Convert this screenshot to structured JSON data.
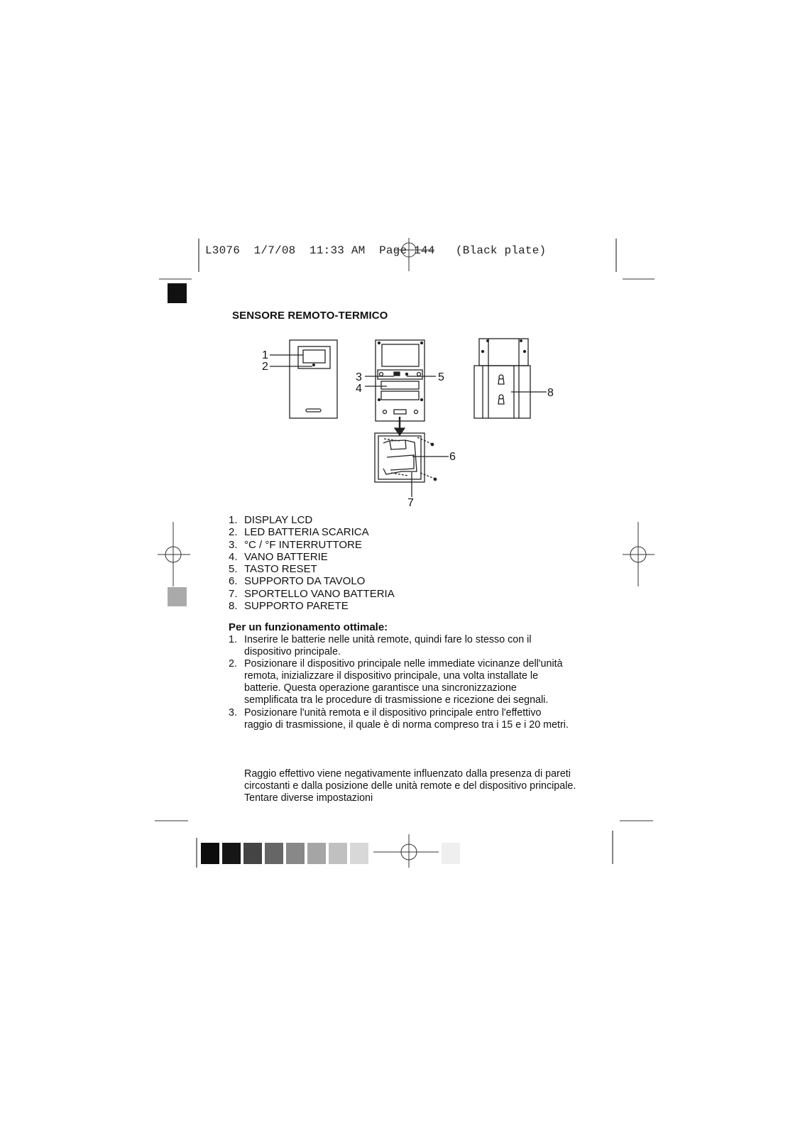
{
  "header": {
    "slug": "L3076",
    "date": "1/7/08",
    "time": "11:33 AM",
    "page_label": "Page",
    "page_number": "144",
    "plate": "(Black plate)"
  },
  "section_title": "SENSORE REMOTO-TERMICO",
  "figure": {
    "callouts": [
      "1",
      "2",
      "3",
      "4",
      "5",
      "6",
      "7",
      "8"
    ]
  },
  "parts": [
    {
      "num": "1.",
      "label": "DISPLAY LCD"
    },
    {
      "num": "2.",
      "label": "LED BATTERIA SCARICA"
    },
    {
      "num": "3.",
      "label": "°C / °F INTERRUTTORE"
    },
    {
      "num": "4.",
      "label": "VANO BATTERIE"
    },
    {
      "num": "5.",
      "label": "TASTO RESET"
    },
    {
      "num": "6.",
      "label": "SUPPORTO DA TAVOLO"
    },
    {
      "num": "7.",
      "label": "SPORTELLO VANO BATTERIA"
    },
    {
      "num": "8.",
      "label": "SUPPORTO PARETE"
    }
  ],
  "instructions": {
    "heading": "Per un funzionamento ottimale:",
    "steps": [
      {
        "num": "1.",
        "text": "Inserire le batterie nelle unità remote, quindi fare lo stesso con il dispositivo principale."
      },
      {
        "num": "2.",
        "text": "Posizionare il dispositivo principale nelle immediate vicinanze dell'unità remota, inizializzare il dispositivo principale, una volta installate le batterie. Questa operazione garantisce una sincronizzazione semplificata tra le procedure di trasmissione e ricezione dei segnali."
      },
      {
        "num": "3.",
        "text": "Posizionare l'unità remota e il dispositivo principale entro l'effettivo raggio di trasmissione, il quale è di norma compreso tra i 15 e i 20 metri."
      }
    ],
    "note": "Raggio effettivo viene negativamente influenzato dalla presenza di pareti circostanti e dalla posizione delle unità remote e del dispositivo principale. Tentare diverse impostazioni"
  }
}
